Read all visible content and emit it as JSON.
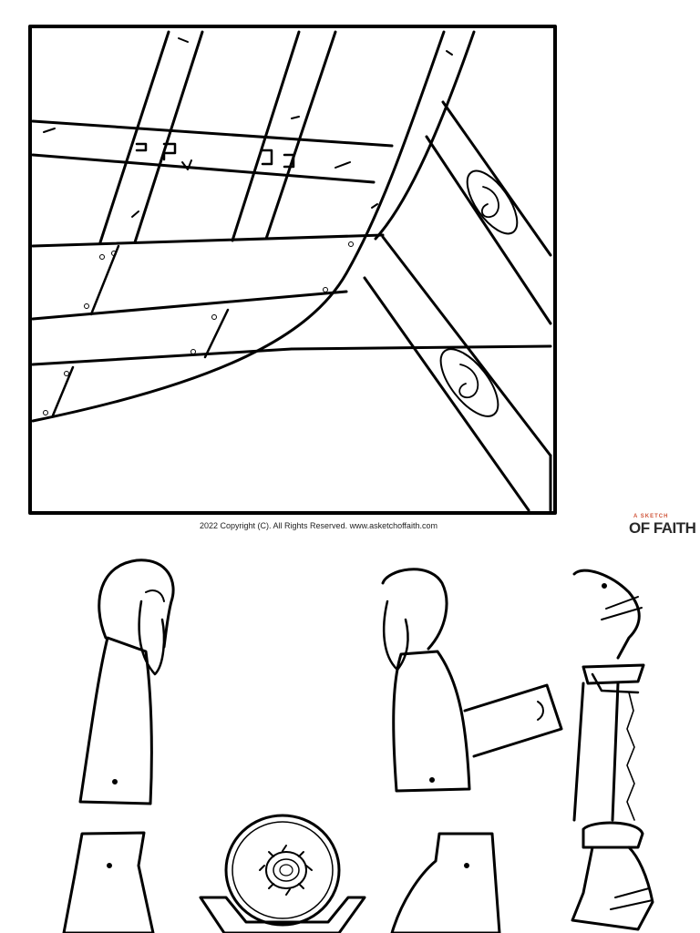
{
  "copyright_text": "2022 Copyright (C). All Rights Reserved. www.asketchoffaith.com",
  "logo": {
    "small_text": "A SKETCH",
    "big_text": "OF FAITH",
    "accent_color": "#d0553a"
  }
}
